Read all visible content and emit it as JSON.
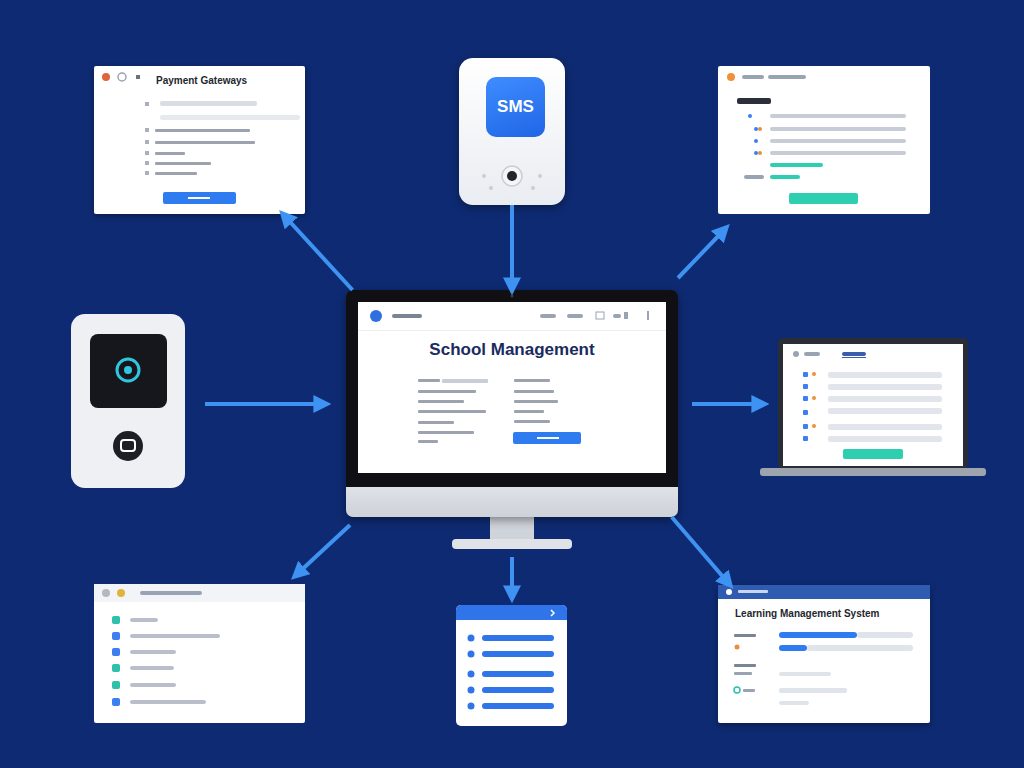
{
  "diagram": {
    "nodes": [
      {
        "text": [
          "Payment Gateways"
        ]
      },
      {
        "text": [
          "SMS"
        ]
      },
      {
        "text": [
          "School Management"
        ]
      },
      {
        "text": [
          "Learning Management System"
        ]
      }
    ],
    "edges": [
      {
        "from": 2,
        "to": 0,
        "arrow": "to"
      },
      {
        "from": 1,
        "to": 2,
        "arrow": "to"
      },
      {
        "from": 2,
        "to": 3,
        "arrow": "to"
      }
    ]
  }
}
